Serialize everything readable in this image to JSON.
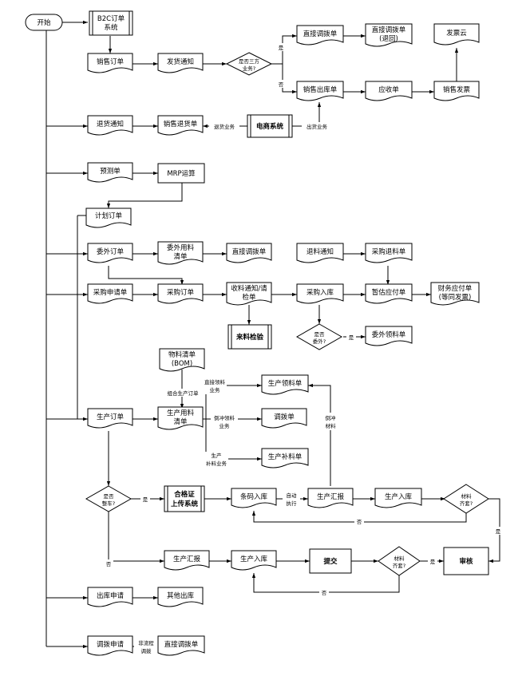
{
  "nodes": {
    "start": "开始",
    "b2c_1": "B2C订单",
    "b2c_2": "系统",
    "sales_order": "销售订单",
    "ship_notice": "发货通知",
    "third_party_1": "是否三方",
    "third_party_2": "业务?",
    "direct_transfer_top": "直接调拨单",
    "direct_return_1": "直接调拨单",
    "direct_return_2": "(退回)",
    "invoice_cloud": "发票云",
    "sales_outbound": "销售出库单",
    "receivable": "应收单",
    "sales_invoice": "销售发票",
    "return_notice": "退货通知",
    "sales_return": "销售退货单",
    "ecommerce": "电商系统",
    "forecast": "预测单",
    "mrp": "MRP运算",
    "plan_order": "计划订单",
    "outsource_order": "委外订单",
    "outsource_bom_1": "委外用料",
    "outsource_bom_2": "清单",
    "direct_transfer_mid": "直接调拨单",
    "return_material_notice": "退料通知",
    "purchase_return": "采购退料单",
    "purchase_request": "采购申请单",
    "purchase_order": "采购订单",
    "receive_notice_1": "收料通知/请",
    "receive_notice_2": "检单",
    "purchase_inbound": "采购入库",
    "temp_payable": "暂估应付单",
    "finance_payable_1": "财务应付单",
    "finance_payable_2": "(等同发票)",
    "incoming_inspect": "来料检验",
    "is_outsource_1": "是否",
    "is_outsource_2": "委外?",
    "outsource_pick": "委外领料单",
    "bom_1": "物料清单",
    "bom_2": "(BOM)",
    "prod_pick": "生产领料单",
    "prod_order": "生产订单",
    "prod_bom_1": "生产用料",
    "prod_bom_2": "清单",
    "transfer_order": "调拨单",
    "prod_supplement": "生产补料单",
    "whole_set_1": "是否",
    "whole_set_2": "整车?",
    "cert_1": "合格证",
    "cert_2": "上传系统",
    "barcode_inbound": "条码入库",
    "prod_report_top": "生产汇报",
    "prod_inbound_top": "生产入库",
    "material_ok_top_1": "材料",
    "material_ok_top_2": "齐套?",
    "prod_report_bot": "生产汇报",
    "prod_inbound_bot": "生产入库",
    "submit": "提交",
    "material_ok_bot_1": "材料",
    "material_ok_bot_2": "齐套?",
    "audit": "审核",
    "outbound_request": "出库申请",
    "other_outbound": "其他出库",
    "transfer_request": "调拨申请",
    "direct_transfer_bot": "直接调拨单"
  },
  "edge_labels": {
    "yes_third_party": "是",
    "no_third_party": "否",
    "return_business": "退货业务",
    "outbound_business": "出货业务",
    "yes_outsource": "是",
    "combo_prod_order": "组合生产订单",
    "direct_pick_1": "直接领料",
    "direct_pick_2": "业务",
    "backflush_pick_1": "倒冲领料",
    "backflush_pick_2": "业务",
    "supplement_1": "生产",
    "supplement_2": "补料业务",
    "backflush_material_1": "倒冲",
    "backflush_material_2": "材料",
    "yes_whole_set": "是",
    "no_whole_set": "否",
    "auto_exec_1": "自动",
    "auto_exec_2": "执行",
    "no_material_top": "否",
    "yes_material_top": "是",
    "yes_material_bot": "是",
    "no_material_bot": "否",
    "non_process_1": "非流程",
    "non_process_2": "调拨"
  }
}
